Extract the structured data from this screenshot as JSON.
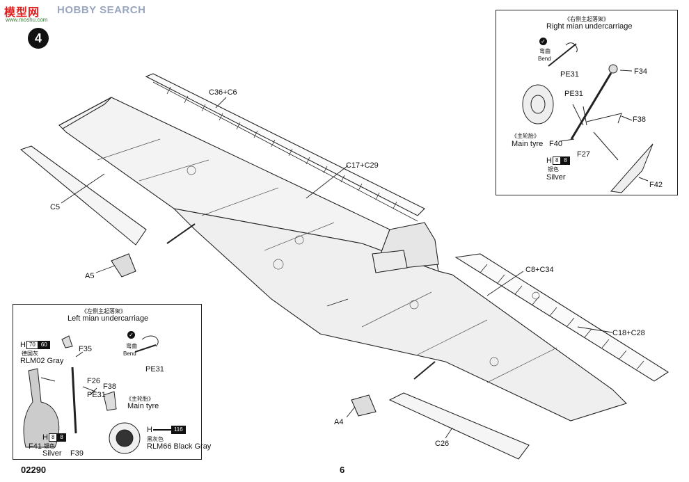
{
  "watermark": {
    "brand": "模型网",
    "site": "HOBBY SEARCH",
    "url": "www.moshu.com"
  },
  "step_number": "4",
  "main_labels": {
    "c36_c6": "C36+C6",
    "c17_c29": "C17+C29",
    "c5": "C5",
    "a5": "A5",
    "c8_c34": "C8+C34",
    "c18_c28": "C18+C28",
    "a4": "A4",
    "c26": "C26"
  },
  "right_inset": {
    "title_cn": "《右侧主起落架》",
    "title_en": "Right mian undercarriage",
    "bend_cn": "弯曲",
    "bend_en": "Bend",
    "pe31_a": "PE31",
    "pe31_b": "PE31",
    "f34": "F34",
    "f38": "F38",
    "tyre_cn": "《主轮胎》",
    "tyre_en": "Main tyre",
    "f40": "F40",
    "f27": "F27",
    "f42": "F42",
    "paint_h": "H",
    "paint_a": "8",
    "paint_b": "8",
    "silver_cn": "银色",
    "silver_en": "Silver"
  },
  "left_inset": {
    "title_cn": "《左侧主起落架》",
    "title_en": "Left mian undercarriage",
    "paint1_h": "H",
    "paint1_a": "70",
    "paint1_b": "60",
    "gray_cn": "德国灰",
    "gray_en": "RLM02 Gray",
    "f35": "F35",
    "bend_cn": "弯曲",
    "bend_en": "Bend",
    "pe31_bend": "PE31",
    "f26": "F26",
    "f38": "F38",
    "pe31": "PE31",
    "tyre_cn": "《主轮胎》",
    "tyre_en": "Main tyre",
    "paint2_h": "H",
    "paint2_a": "116",
    "blackgray_cn": "黑灰色",
    "blackgray_en": "RLM66 Black Gray",
    "paint3_h": "H",
    "paint3_a": "8",
    "paint3_b": "8",
    "silver_cn": "银色",
    "silver_en": "Silver",
    "f41": "F41",
    "f39": "F39"
  },
  "footer": {
    "code": "02290",
    "page": "6"
  }
}
